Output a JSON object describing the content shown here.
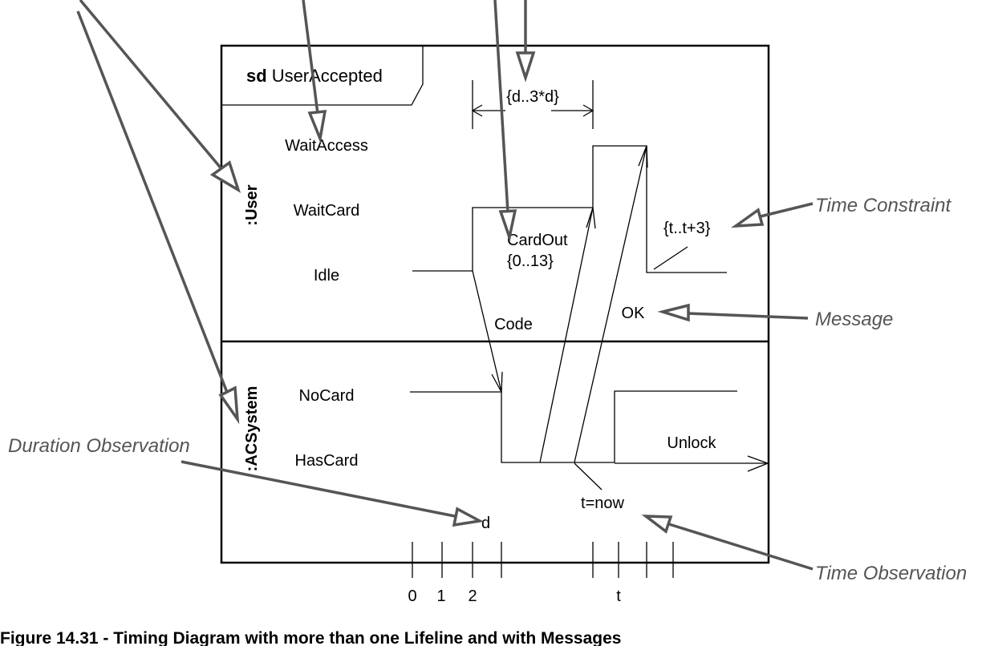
{
  "frame": {
    "keyword": "sd",
    "name": "UserAccepted"
  },
  "lifelines": {
    "user": {
      "name": ":User",
      "states": [
        "WaitAccess",
        "WaitCard",
        "Idle"
      ]
    },
    "system": {
      "name": ":ACSystem",
      "states": [
        "NoCard",
        "HasCard"
      ]
    }
  },
  "constraints": {
    "duration": "{d..3*d}",
    "cardout_line1": "CardOut",
    "cardout_line2": "{0..13}",
    "time": "{t..t+3}"
  },
  "messages": {
    "code": "Code",
    "ok": "OK",
    "unlock": "Unlock"
  },
  "observations": {
    "duration": "d",
    "time": "t=now"
  },
  "time_axis": {
    "labels": [
      "0",
      "1",
      "2",
      "t"
    ]
  },
  "callouts": {
    "time_constraint": "Time Constraint",
    "message": "Message",
    "duration_observation": "Duration Observation",
    "time_observation": "Time Observation"
  },
  "caption": "Figure 14.31 - Timing Diagram with more than one Lifeline and with Messages"
}
